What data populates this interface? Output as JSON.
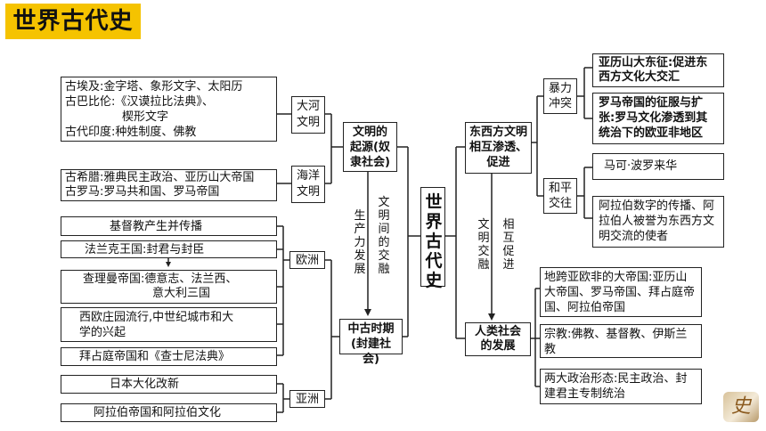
{
  "title": "世界古代史",
  "center": "世界古代史",
  "left": {
    "ancient_civs": [
      "古埃及:金字塔、象形文字、太阳历",
      "古巴比伦:《汉谟拉比法典》、",
      "楔形文字",
      "古代印度:种姓制度、佛教"
    ],
    "river_label": "大河文明",
    "greece_rome": [
      "古希腊:雅典民主政治、亚历山大帝国",
      "古罗马:罗马共和国、罗马帝国"
    ],
    "ocean_label": "海洋文明",
    "origin_box": "文明的起源(奴隶社会)",
    "middle_box": "中古时期(封建社会)",
    "v_left": "生产力发展",
    "v_right": "文明间的交融",
    "europe_label": "欧洲",
    "asia_label": "亚洲",
    "europe_items": [
      "基督教产生并传播",
      "法兰克王国:封君与封臣",
      "查理曼帝国:德意志、法兰西、",
      "意大利三国",
      "西欧庄园流行,中世纪城市和大",
      "学的兴起",
      "拜占庭帝国和《查士尼法典》"
    ],
    "asia_items": [
      "日本大化改新",
      "阿拉伯帝国和阿拉伯文化"
    ]
  },
  "right": {
    "exchange_box": "东西方文明相互渗透、促进",
    "society_box": "人类社会的发展",
    "v_left": "文明交融",
    "v_right": "相互促进",
    "violent_label": "暴力冲突",
    "peace_label": "和平交往",
    "violent_items": [
      "亚历山大东征:促进东西方文化大交汇",
      "罗马帝国的征服与扩张:罗马文化渗透到其统治下的欧亚非地区"
    ],
    "peace_items": [
      "马可·波罗来华",
      "阿拉伯数字的传播、阿拉伯人被誉为东西方文明交流的使者"
    ],
    "society_items": [
      "地跨亚欧非的大帝国:亚历山大帝国、罗马帝国、拜占庭帝国、阿拉伯帝国",
      "宗教:佛教、基督教、伊斯兰教",
      "两大政治形态:民主政治、封建君主专制统治"
    ]
  },
  "deco_char": "史"
}
